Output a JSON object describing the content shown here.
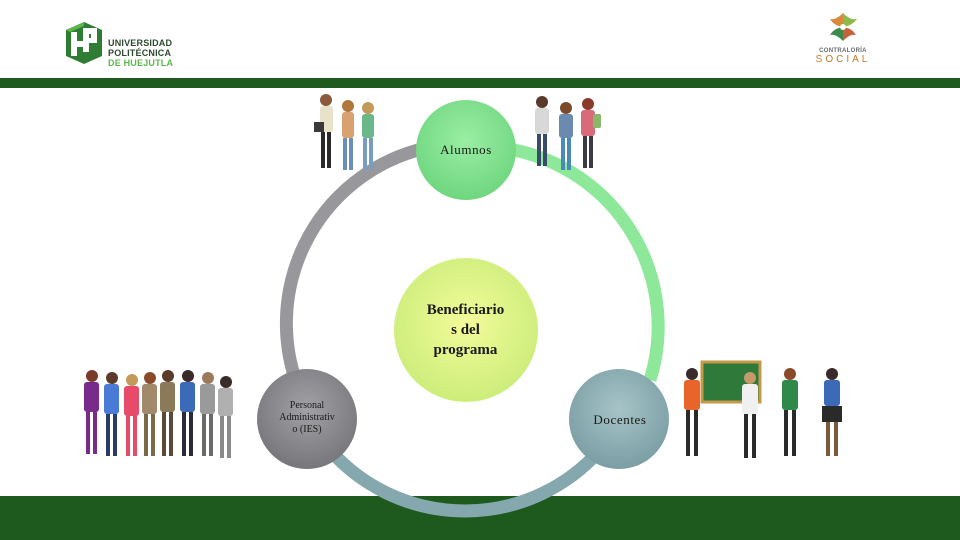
{
  "header": {
    "university_logo": {
      "line1": "UNIVERSIDAD",
      "line2": "POLITÉCNICA",
      "line3": "DE HUEJUTLA",
      "icon": "hp-logo-icon"
    },
    "contraloria_logo": {
      "line1": "CONTRALORÍA",
      "line2": "SOCIAL",
      "icon": "contraloria-emblem-icon"
    }
  },
  "diagram": {
    "center": "Beneficiario s del programa",
    "center_lines": [
      "Beneficiario",
      "s del",
      "programa"
    ],
    "nodes": {
      "alumnos": "Alumnos",
      "docentes": "Docentes",
      "personal_lines": [
        "Personal",
        "Administrativ",
        "o (IES)"
      ]
    },
    "illustrations": {
      "top_left": "students-group-illustration",
      "top_right": "students-group-illustration",
      "bottom_left": "administrative-staff-illustration",
      "bottom_right": "teachers-group-illustration"
    }
  },
  "colors": {
    "brand_green": "#1e5a1e",
    "node_green": "#7fe08f",
    "center_yellow": "#d8f080",
    "node_teal": "#85a8ae",
    "node_gray": "#8a8a8e"
  }
}
